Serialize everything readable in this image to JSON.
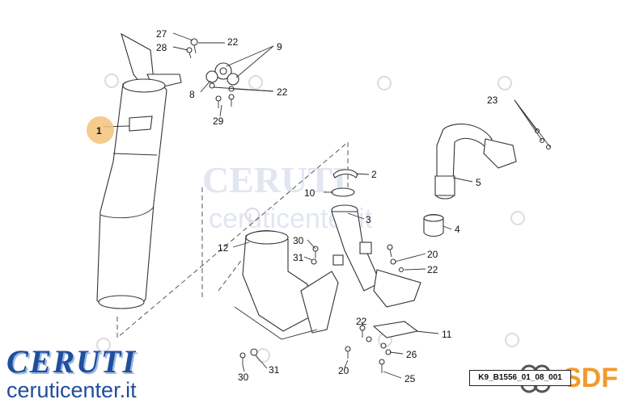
{
  "watermark": {
    "brand": "CERUTI",
    "site": "ceruticenter.it"
  },
  "callouts": {
    "c1": "1",
    "c2": "2",
    "c3": "3",
    "c4": "4",
    "c5": "5",
    "c8": "8",
    "c9": "9",
    "c10": "10",
    "c11": "11",
    "c12": "12",
    "c20a": "20",
    "c20b": "20",
    "c22a": "22",
    "c22b": "22",
    "c22c": "22",
    "c22d": "22",
    "c23": "23",
    "c25": "25",
    "c26": "26",
    "c27": "27",
    "c28": "28",
    "c29": "29",
    "c30a": "30",
    "c30b": "30",
    "c31a": "31",
    "c31b": "31"
  },
  "highlight": {
    "color": "#f5c27a",
    "target": "1"
  },
  "colors": {
    "brand_blue": "#1f4e9c",
    "sdf_orange": "#f39a2b"
  },
  "reference_code": "K9_B1556_01_08_001",
  "logos": {
    "brand_word": "CERUTI",
    "brand_url": "ceruticenter.it",
    "sdf": "SDF"
  }
}
